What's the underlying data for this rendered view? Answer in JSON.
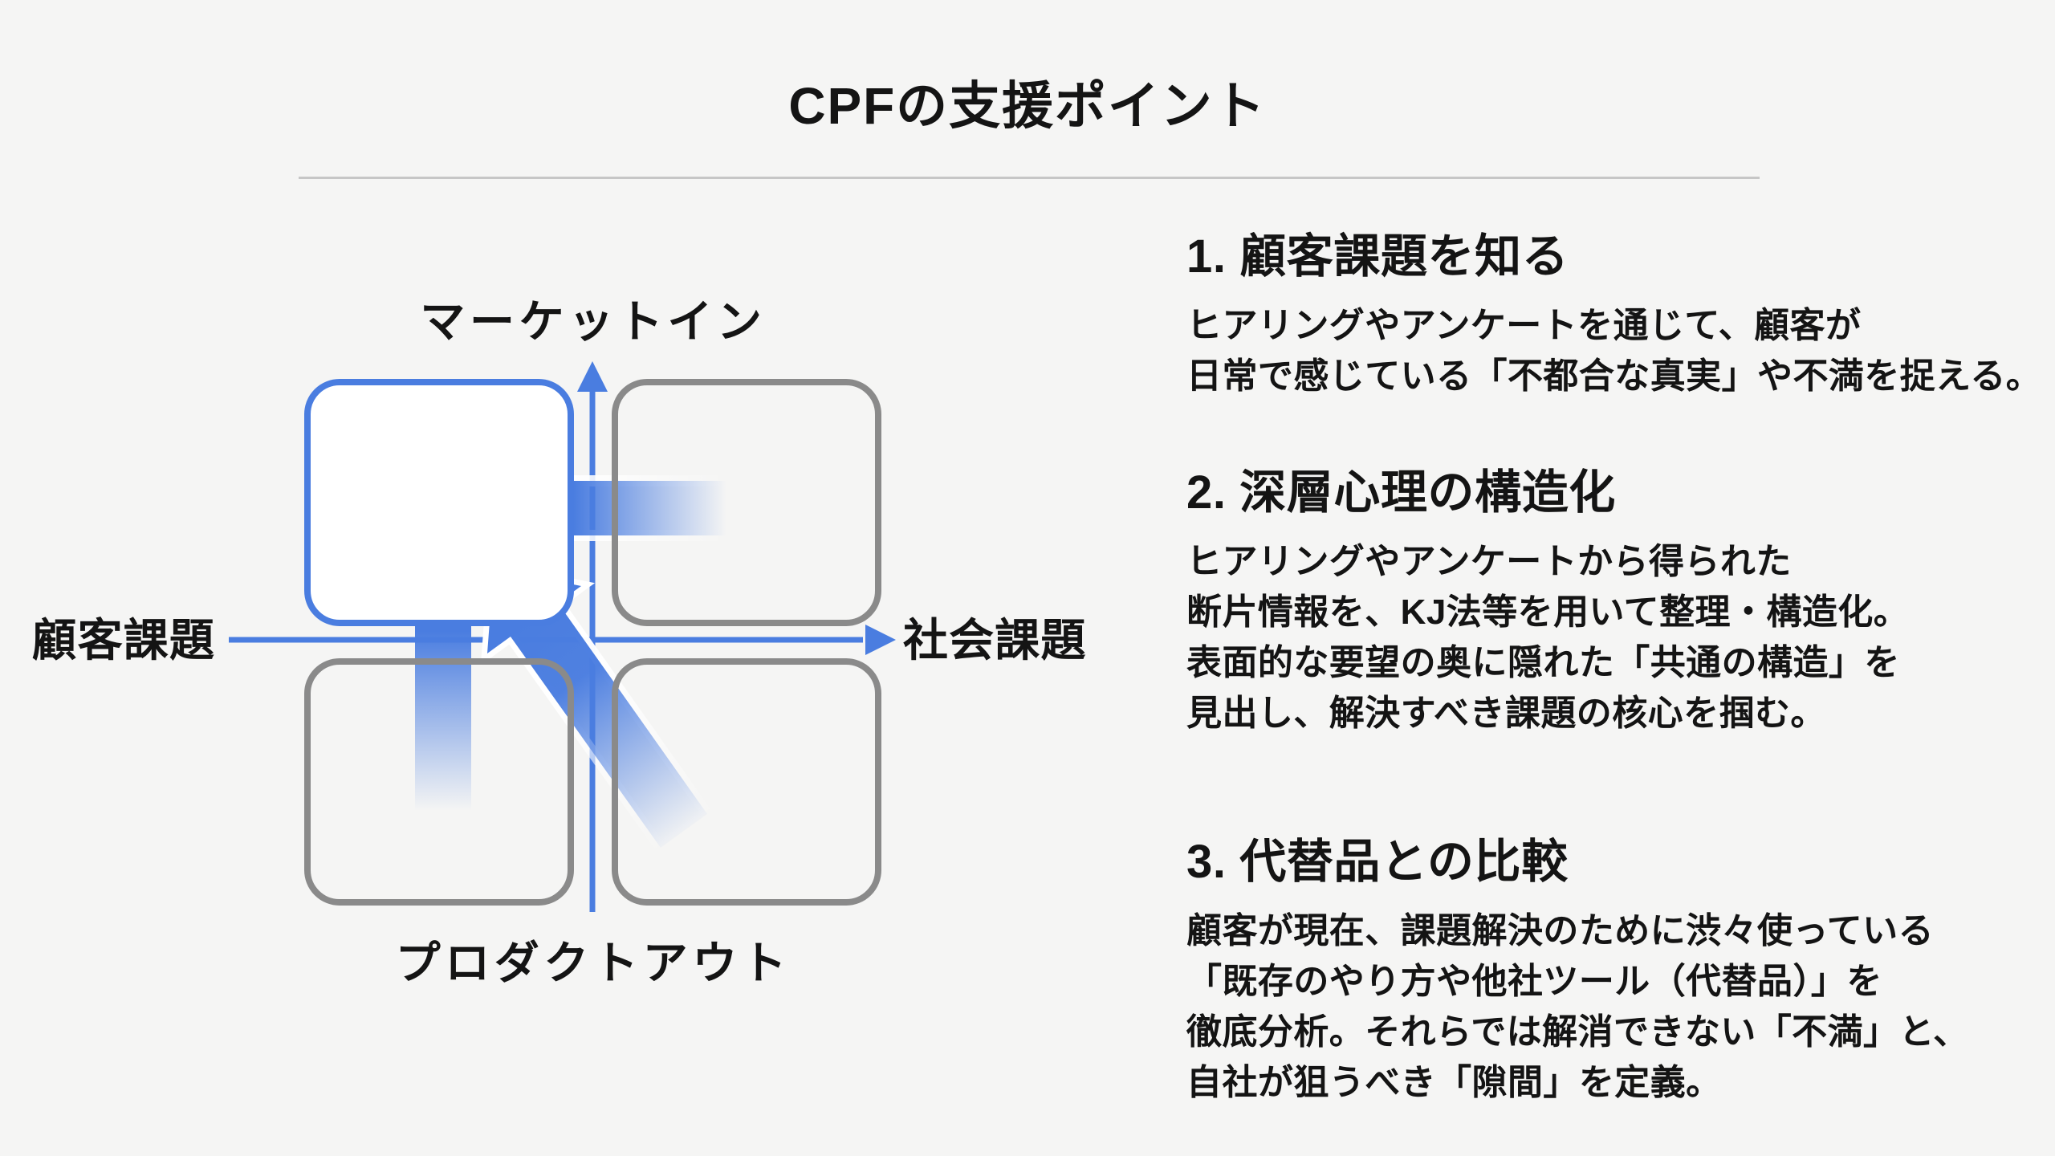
{
  "page": {
    "title": "CPFの支援ポイント",
    "background_color": "#f5f5f4",
    "accent_blue": "#4a7de0",
    "box_gray": "#8a8a8a",
    "text_color": "#141414"
  },
  "diagram": {
    "axis_labels": {
      "top": "マーケットイン",
      "bottom": "プロダクトアウト",
      "left": "顧客課題",
      "right": "社会課題"
    },
    "quadrants": [
      {
        "position": "top-left",
        "style": "blue-highlight"
      },
      {
        "position": "top-right",
        "style": "gray"
      },
      {
        "position": "bottom-left",
        "style": "gray"
      },
      {
        "position": "bottom-right",
        "style": "gray"
      }
    ],
    "arrows": [
      {
        "name": "left-arrow",
        "meaning": "flow from social problems toward customer problems (market-in zone)"
      },
      {
        "name": "up-arrow",
        "meaning": "flow from product-out toward market-in (customer problems zone)"
      },
      {
        "name": "diagonal-arrow",
        "meaning": "flow from bottom-right quadrant into top-left quadrant"
      }
    ]
  },
  "sections": [
    {
      "heading": "1. 顧客課題を知る",
      "lines": [
        "ヒアリングやアンケートを通じて、顧客が",
        "日常で感じている「不都合な真実」や不満を捉える。"
      ]
    },
    {
      "heading": "2. 深層心理の構造化",
      "lines": [
        "ヒアリングやアンケートから得られた",
        "断片情報を、KJ法等を用いて整理・構造化。",
        "表面的な要望の奥に隠れた「共通の構造」を",
        "見出し、解決すべき課題の核心を掴む。"
      ]
    },
    {
      "heading": "3. 代替品との比較",
      "lines": [
        "顧客が現在、課題解決のために渋々使っている",
        "「既存のやり方や他社ツール（代替品）」を",
        "徹底分析。それらでは解消できない「不満」と、",
        "自社が狙うべき「隙間」を定義。"
      ]
    }
  ]
}
